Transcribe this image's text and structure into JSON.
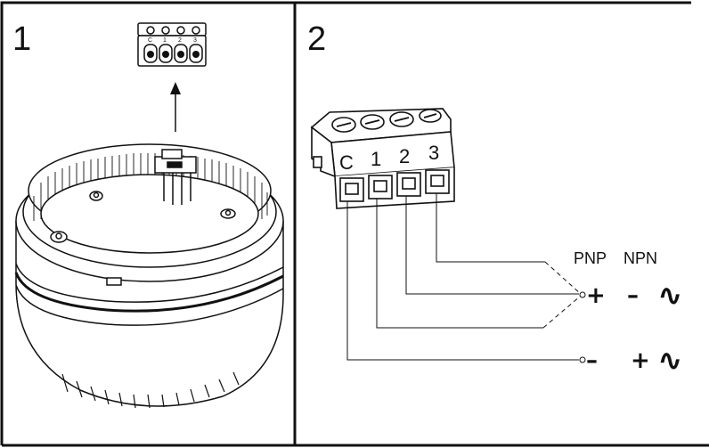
{
  "panels": [
    {
      "number": "1"
    },
    {
      "number": "2"
    }
  ],
  "connector": {
    "terminal_labels": [
      "C",
      "1",
      "2",
      "3"
    ],
    "small_terminal_labels": [
      "C",
      "1",
      "2",
      "3"
    ]
  },
  "wiring": {
    "pnp_label": "PNP",
    "npn_label": "NPN",
    "output_row": {
      "pnp_symbol": "+",
      "npn_symbol": "–",
      "ac_symbol": "∿"
    },
    "supply_row": {
      "pnp_symbol": "–",
      "npn_symbol": "+",
      "ac_symbol": "∿"
    }
  },
  "icons": {
    "arrow": "arrow-up-icon",
    "ac": "ac-wave-icon"
  }
}
